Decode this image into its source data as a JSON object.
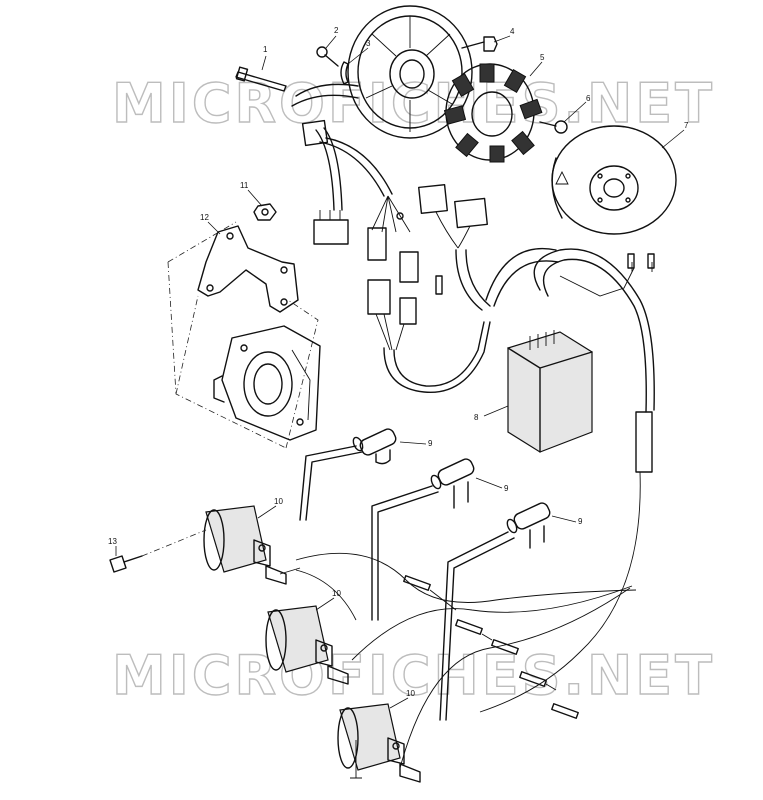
{
  "watermark": "MICROFICHES.NET",
  "callouts": [
    {
      "id": "1",
      "label": "1"
    },
    {
      "id": "2",
      "label": "2"
    },
    {
      "id": "3",
      "label": "3"
    },
    {
      "id": "4",
      "label": "4"
    },
    {
      "id": "5",
      "label": "5"
    },
    {
      "id": "6",
      "label": "6"
    },
    {
      "id": "7",
      "label": "7"
    },
    {
      "id": "8",
      "label": "8"
    },
    {
      "id": "9a",
      "label": "9"
    },
    {
      "id": "9b",
      "label": "9"
    },
    {
      "id": "9c",
      "label": "9"
    },
    {
      "id": "10a",
      "label": "10"
    },
    {
      "id": "10b",
      "label": "10"
    },
    {
      "id": "10c",
      "label": "10"
    },
    {
      "id": "11",
      "label": "11"
    },
    {
      "id": "12",
      "label": "12"
    },
    {
      "id": "13",
      "label": "13"
    }
  ]
}
